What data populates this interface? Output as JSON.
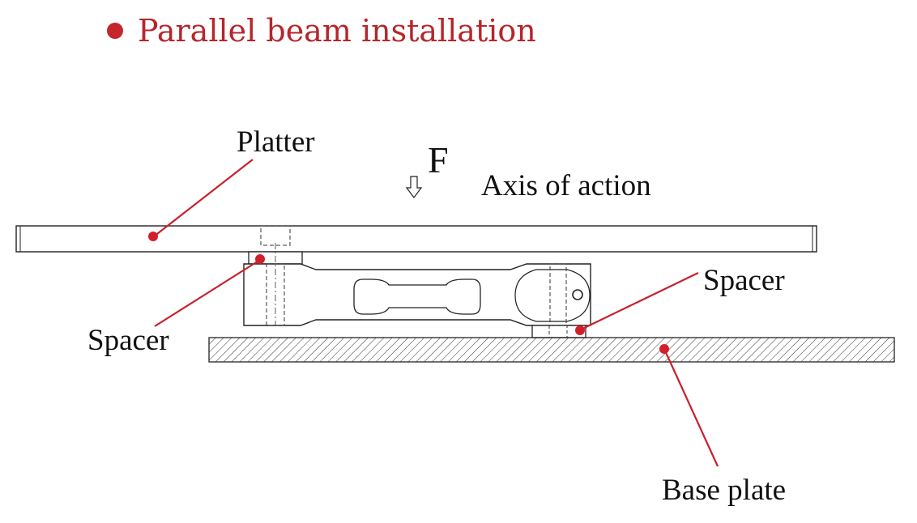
{
  "heading": {
    "bullet": "●",
    "text": "Parallel beam installation"
  },
  "diagram": {
    "force_symbol": "F",
    "axis_label": "Axis of action",
    "labels": {
      "platter": "Platter",
      "spacer_left": "Spacer",
      "spacer_right": "Spacer",
      "base_plate": "Base plate"
    },
    "colors": {
      "accent": "#c4262c",
      "leader_line": "#c8202a",
      "outline": "#222222"
    }
  }
}
